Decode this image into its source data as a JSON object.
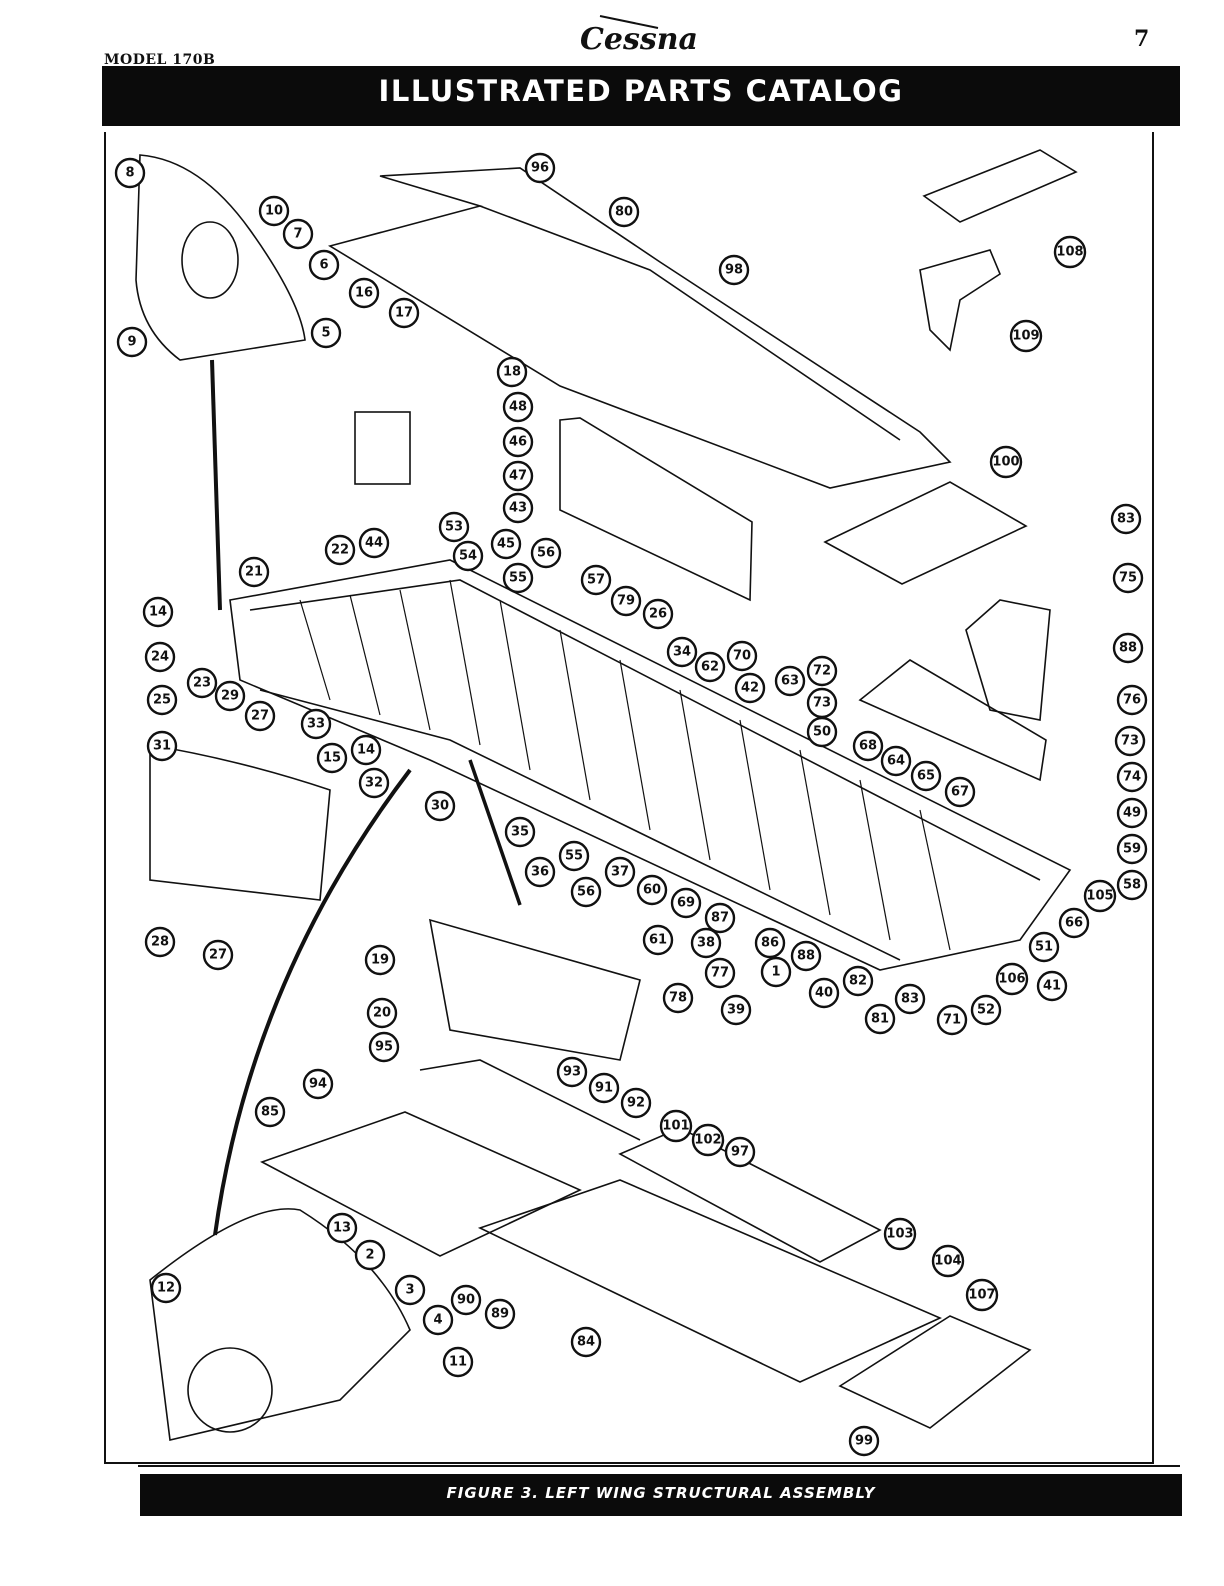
{
  "header": {
    "model": "MODEL 170B",
    "brand": "Cessna",
    "page_number": "7",
    "title": "ILLUSTRATED PARTS CATALOG"
  },
  "figure": {
    "caption": "FIGURE 3. LEFT WING STRUCTURAL ASSEMBLY"
  },
  "callouts": [
    "1",
    "2",
    "3",
    "4",
    "5",
    "6",
    "7",
    "8",
    "9",
    "10",
    "11",
    "12",
    "13",
    "14",
    "14",
    "15",
    "16",
    "17",
    "18",
    "19",
    "20",
    "21",
    "22",
    "23",
    "24",
    "25",
    "26",
    "27",
    "27",
    "28",
    "29",
    "30",
    "31",
    "32",
    "33",
    "34",
    "35",
    "36",
    "37",
    "38",
    "39",
    "40",
    "41",
    "42",
    "43",
    "44",
    "45",
    "46",
    "47",
    "48",
    "49",
    "50",
    "51",
    "52",
    "53",
    "54",
    "55",
    "55",
    "56",
    "56",
    "57",
    "58",
    "59",
    "60",
    "61",
    "62",
    "63",
    "64",
    "65",
    "66",
    "67",
    "68",
    "69",
    "70",
    "71",
    "72",
    "73",
    "73",
    "74",
    "75",
    "76",
    "77",
    "78",
    "79",
    "80",
    "81",
    "82",
    "83",
    "83",
    "84",
    "85",
    "86",
    "87",
    "88",
    "88",
    "89",
    "90",
    "91",
    "92",
    "93",
    "94",
    "95",
    "96",
    "97",
    "98",
    "99",
    "100",
    "101",
    "102",
    "103",
    "104",
    "105",
    "106",
    "107",
    "108",
    "109"
  ]
}
